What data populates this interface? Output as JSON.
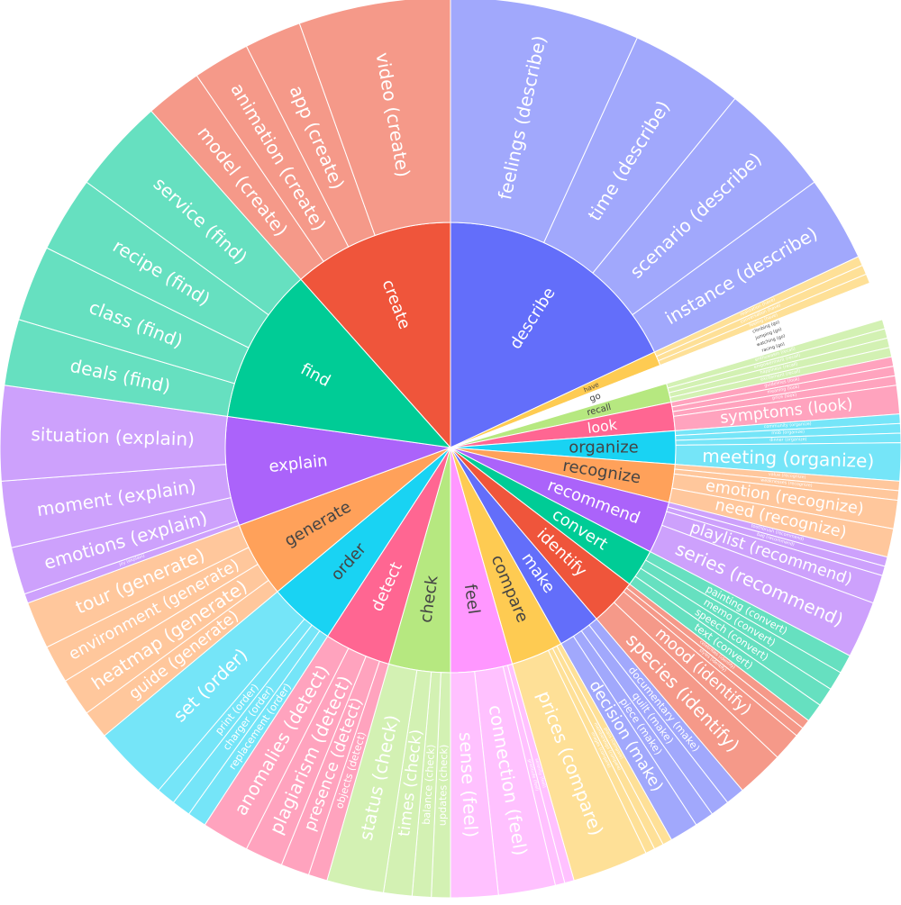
{
  "chart_data": {
    "type": "sunburst",
    "start_angle_deg": 90,
    "direction": "clockwise",
    "categories": [
      {
        "name": "describe",
        "color": "#636efa",
        "children": [
          {
            "name": "feelings (describe)",
            "weight": 20
          },
          {
            "name": "time (describe)",
            "weight": 12
          },
          {
            "name": "scenario (describe)",
            "weight": 12
          },
          {
            "name": "instance (describe)",
            "weight": 9
          }
        ]
      },
      {
        "name": "have",
        "color": "#fecb52",
        "children": [
          {
            "name": "realization (have)",
            "weight": 1
          },
          {
            "name": "conversation (have)",
            "weight": 1
          },
          {
            "name": "feeling (have)",
            "weight": 1
          }
        ]
      },
      {
        "name": "go",
        "color": "#ffffff",
        "children": [
          {
            "name": "climbing (go)",
            "weight": 1
          },
          {
            "name": "jumping (go)",
            "weight": 1
          },
          {
            "name": "watching (go)",
            "weight": 1
          },
          {
            "name": "racing (go)",
            "weight": 1
          }
        ]
      },
      {
        "name": "recall",
        "color": "#b6e880",
        "children": [
          {
            "name": "enthusiasm (recall)",
            "weight": 1
          },
          {
            "name": "empowerment (recall)",
            "weight": 1
          },
          {
            "name": "happiness (recall)",
            "weight": 1
          },
          {
            "name": "excitement (recall)",
            "weight": 1
          }
        ]
      },
      {
        "name": "look",
        "color": "#ff6692",
        "children": [
          {
            "name": "guidelines (look)",
            "weight": 1
          },
          {
            "name": "meaning (look)",
            "weight": 1
          },
          {
            "name": "price (look)",
            "weight": 1
          },
          {
            "name": "symptoms (look)",
            "weight": 3
          }
        ]
      },
      {
        "name": "organize",
        "color": "#19d3f3",
        "children": [
          {
            "name": "community (organize)",
            "weight": 1
          },
          {
            "name": "mob (organize)",
            "weight": 1
          },
          {
            "name": "dinner (organize)",
            "weight": 1
          },
          {
            "name": "meeting (organize)",
            "weight": 4
          }
        ]
      },
      {
        "name": "recognize",
        "color": "#ffa15a",
        "children": [
          {
            "name": "value (recognize)",
            "weight": 1
          },
          {
            "name": "weaknesses (recognize)",
            "weight": 1
          },
          {
            "name": "emotion (recognize)",
            "weight": 3
          },
          {
            "name": "need (recognize)",
            "weight": 3
          }
        ]
      },
      {
        "name": "recommend",
        "color": "#ab63fa",
        "children": [
          {
            "name": "toothbrush (recommend)",
            "weight": 1
          },
          {
            "name": "bag (recommend)",
            "weight": 1
          },
          {
            "name": "playlist (recommend)",
            "weight": 3
          },
          {
            "name": "series (recommend)",
            "weight": 6
          }
        ]
      },
      {
        "name": "convert",
        "color": "#00cc96",
        "children": [
          {
            "name": "painting (convert)",
            "weight": 2
          },
          {
            "name": "memo (convert)",
            "weight": 2
          },
          {
            "name": "speech (convert)",
            "weight": 2
          },
          {
            "name": "text (convert)",
            "weight": 2
          }
        ]
      },
      {
        "name": "identify",
        "color": "#ef553b",
        "children": [
          {
            "name": "celebrities (identify)",
            "weight": 1
          },
          {
            "name": "styles (identify)",
            "weight": 1
          },
          {
            "name": "mood (identify)",
            "weight": 3
          },
          {
            "name": "species (identify)",
            "weight": 5
          }
        ]
      },
      {
        "name": "make",
        "color": "#636efa",
        "children": [
          {
            "name": "documentary (make)",
            "weight": 2
          },
          {
            "name": "quilt (make)",
            "weight": 2
          },
          {
            "name": "piece (make)",
            "weight": 2
          },
          {
            "name": "decision (make)",
            "weight": 3
          }
        ]
      },
      {
        "name": "compare",
        "color": "#fecb52",
        "children": [
          {
            "name": "plans (compare)",
            "weight": 1
          },
          {
            "name": "memberships (compare)",
            "weight": 1
          },
          {
            "name": "images (compare)",
            "weight": 1
          },
          {
            "name": "prices (compare)",
            "weight": 8
          }
        ]
      },
      {
        "name": "feel",
        "color": "#ff97ff",
        "children": [
          {
            "name": "serenity (feel)",
            "weight": 1
          },
          {
            "name": "gratitude (feel)",
            "weight": 1
          },
          {
            "name": "connection (feel)",
            "weight": 6
          },
          {
            "name": "sense (feel)",
            "weight": 5
          }
        ]
      },
      {
        "name": "check",
        "color": "#b6e880",
        "children": [
          {
            "name": "updates (check)",
            "weight": 2
          },
          {
            "name": "balance (check)",
            "weight": 2
          },
          {
            "name": "times (check)",
            "weight": 3
          },
          {
            "name": "status (check)",
            "weight": 6
          }
        ]
      },
      {
        "name": "detect",
        "color": "#ff6692",
        "children": [
          {
            "name": "objects (detect)",
            "weight": 2
          },
          {
            "name": "presence (detect)",
            "weight": 3
          },
          {
            "name": "plagiarism (detect)",
            "weight": 4
          },
          {
            "name": "anomalies (detect)",
            "weight": 5
          }
        ]
      },
      {
        "name": "order",
        "color": "#19d3f3",
        "children": [
          {
            "name": "replacement (order)",
            "weight": 2
          },
          {
            "name": "charger (order)",
            "weight": 2
          },
          {
            "name": "print (order)",
            "weight": 2
          },
          {
            "name": "set (order)",
            "weight": 8
          }
        ]
      },
      {
        "name": "generate",
        "color": "#ffa15a",
        "children": [
          {
            "name": "guide (generate)",
            "weight": 3
          },
          {
            "name": "heatmap (generate)",
            "weight": 4
          },
          {
            "name": "environment (generate)",
            "weight": 4
          },
          {
            "name": "tour (generate)",
            "weight": 5
          }
        ]
      },
      {
        "name": "explain",
        "color": "#ab63fa",
        "children": [
          {
            "name": "joy (explain)",
            "weight": 1
          },
          {
            "name": "emotions (explain)",
            "weight": 5
          },
          {
            "name": "moment (explain)",
            "weight": 7
          },
          {
            "name": "situation (explain)",
            "weight": 10
          }
        ]
      },
      {
        "name": "find",
        "color": "#00cc96",
        "children": [
          {
            "name": "deals (find)",
            "weight": 7
          },
          {
            "name": "class (find)",
            "weight": 8
          },
          {
            "name": "recipe (find)",
            "weight": 8
          },
          {
            "name": "service (find)",
            "weight": 10
          }
        ]
      },
      {
        "name": "create",
        "color": "#ef553b",
        "children": [
          {
            "name": "model (create)",
            "weight": 6
          },
          {
            "name": "animation (create)",
            "weight": 6
          },
          {
            "name": "app (create)",
            "weight": 6
          },
          {
            "name": "video (create)",
            "weight": 16
          }
        ]
      }
    ]
  }
}
